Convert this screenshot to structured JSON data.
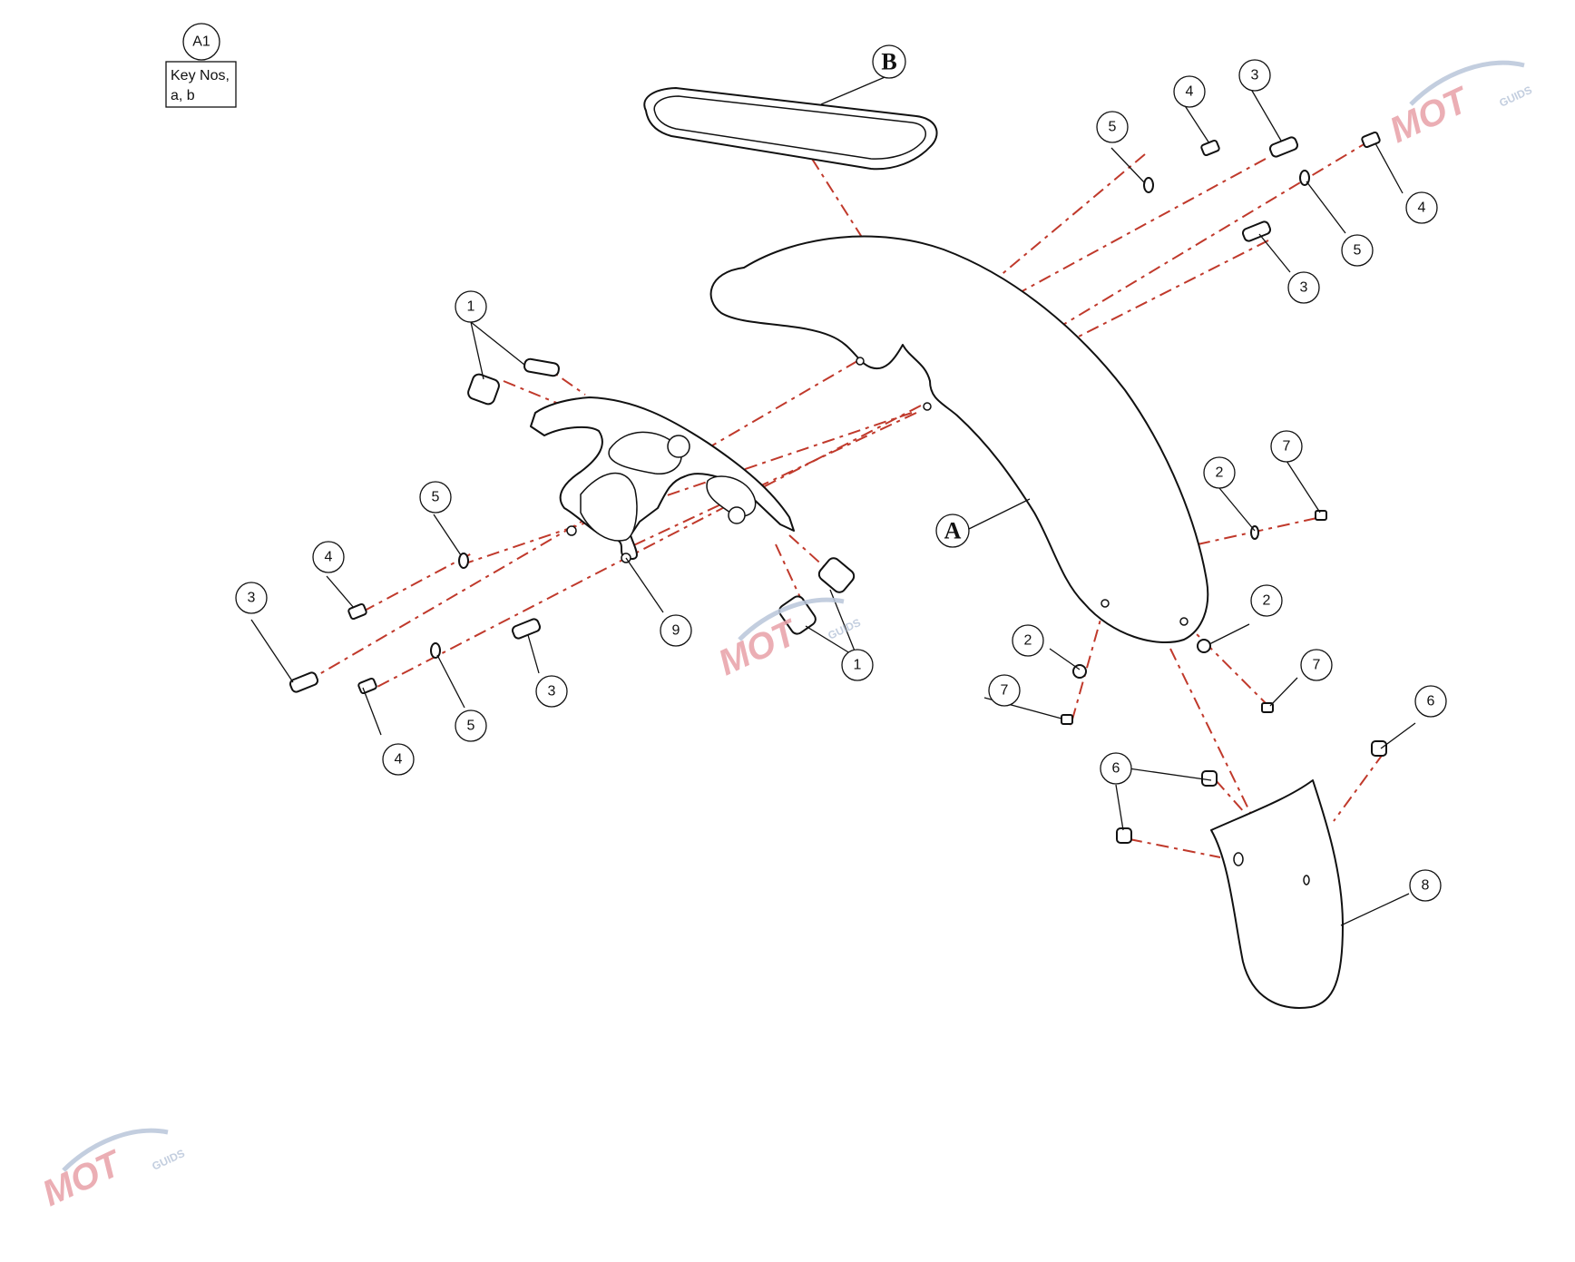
{
  "key_box": {
    "ref": "A1",
    "lines": [
      "Key Nos,",
      "a, b"
    ]
  },
  "callouts": {
    "A": "A",
    "B": "B",
    "n1": "1",
    "n2": "2",
    "n3": "3",
    "n4": "4",
    "n5": "5",
    "n6": "6",
    "n7": "7",
    "n8": "8",
    "n9": "9"
  },
  "watermark": {
    "brand": "MOT",
    "tag": "GUIDS"
  },
  "colors": {
    "line": "#111111",
    "dash": "#c0392b",
    "watermark_red": "#e8a0a8",
    "watermark_blue": "#b9c6da"
  }
}
